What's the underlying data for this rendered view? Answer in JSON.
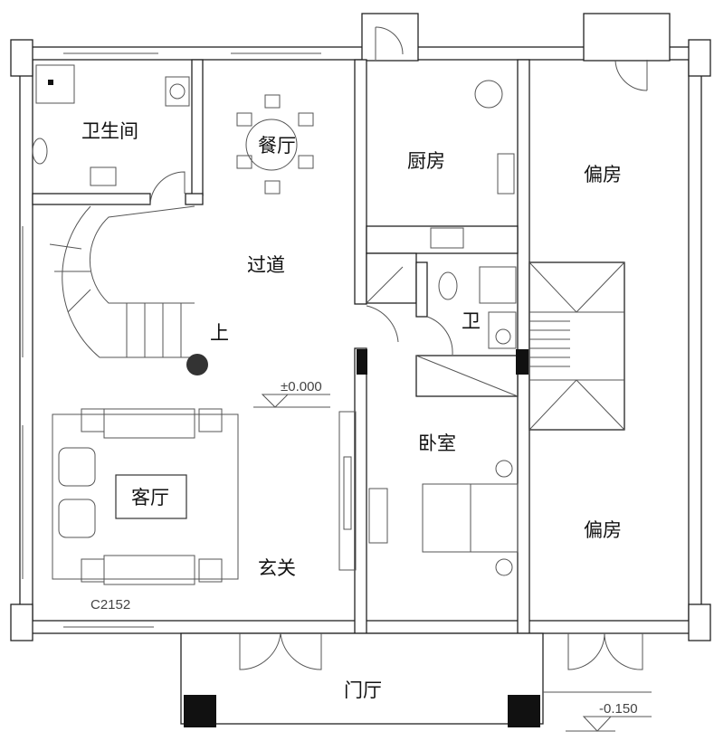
{
  "rooms": {
    "bathroom": "卫生间",
    "dining": "餐厅",
    "kitchen": "厨房",
    "side_room_top": "偏房",
    "corridor": "过道",
    "stairs_up": "上",
    "small_bath": "卫",
    "bedroom": "卧室",
    "living": "客厅",
    "entry": "玄关",
    "side_room_bottom": "偏房",
    "porch": "门厅"
  },
  "annotations": {
    "level_main": "±0.000",
    "level_porch": "-0.150",
    "window_code": "C2152"
  },
  "colors": {
    "line": "#222222",
    "fill": "#111111",
    "stair_node": "#333333"
  }
}
